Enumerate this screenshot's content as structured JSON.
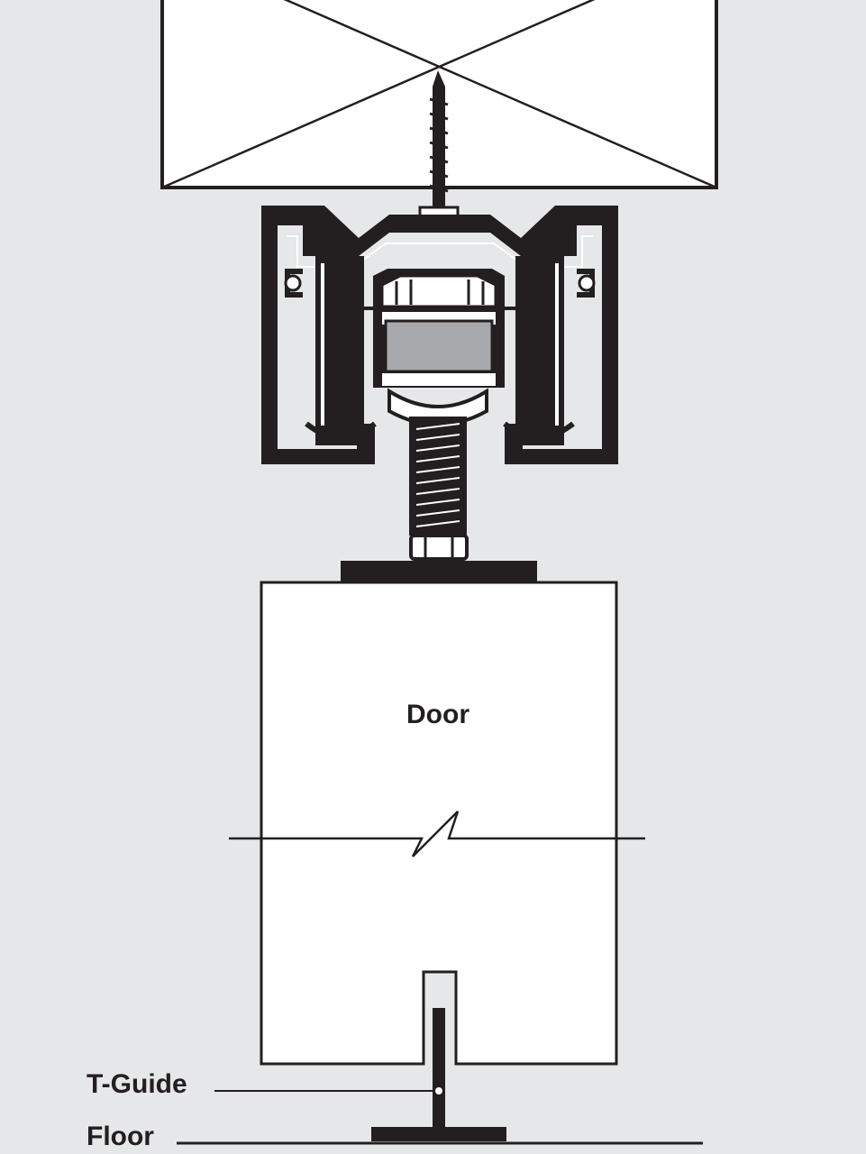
{
  "labels": {
    "door": "Door",
    "t_guide": "T-Guide",
    "floor": "Floor"
  },
  "colors": {
    "background": "#e6e7e8",
    "ink": "#231f20",
    "fill": "#ffffff",
    "wheel": "#a7a9ac"
  }
}
